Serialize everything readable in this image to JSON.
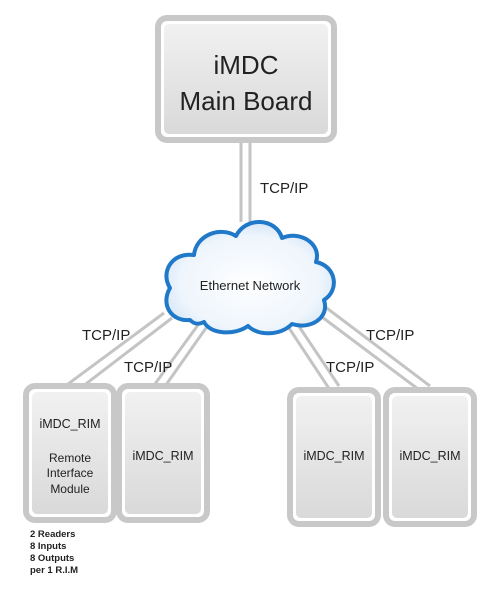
{
  "main_board": {
    "line1": "iMDC",
    "line2": "Main Board"
  },
  "network": {
    "label": "Ethernet Network"
  },
  "connections": {
    "main_to_network": "TCP/IP",
    "left_outer": "TCP/IP",
    "left_inner": "TCP/IP",
    "right_inner": "TCP/IP",
    "right_outer": "TCP/IP"
  },
  "rim_modules": [
    {
      "title": "iMDC_RIM",
      "desc_line1": "Remote",
      "desc_line2": "Interface",
      "desc_line3": "Module"
    },
    {
      "title": "iMDC_RIM"
    },
    {
      "title": "iMDC_RIM"
    },
    {
      "title": "iMDC_RIM"
    }
  ],
  "rim_specs": [
    "2 Readers",
    "8 Inputs",
    "8 Outputs",
    "per 1 R.I.M"
  ],
  "colors": {
    "box_border": "#c8c8c8",
    "box_fill_top": "#eeeeee",
    "box_fill_bottom": "#d8d8d8",
    "cloud_border": "#1f78c8",
    "cloud_fill": "#e6f1fb",
    "connector": "#c4c4c4"
  }
}
